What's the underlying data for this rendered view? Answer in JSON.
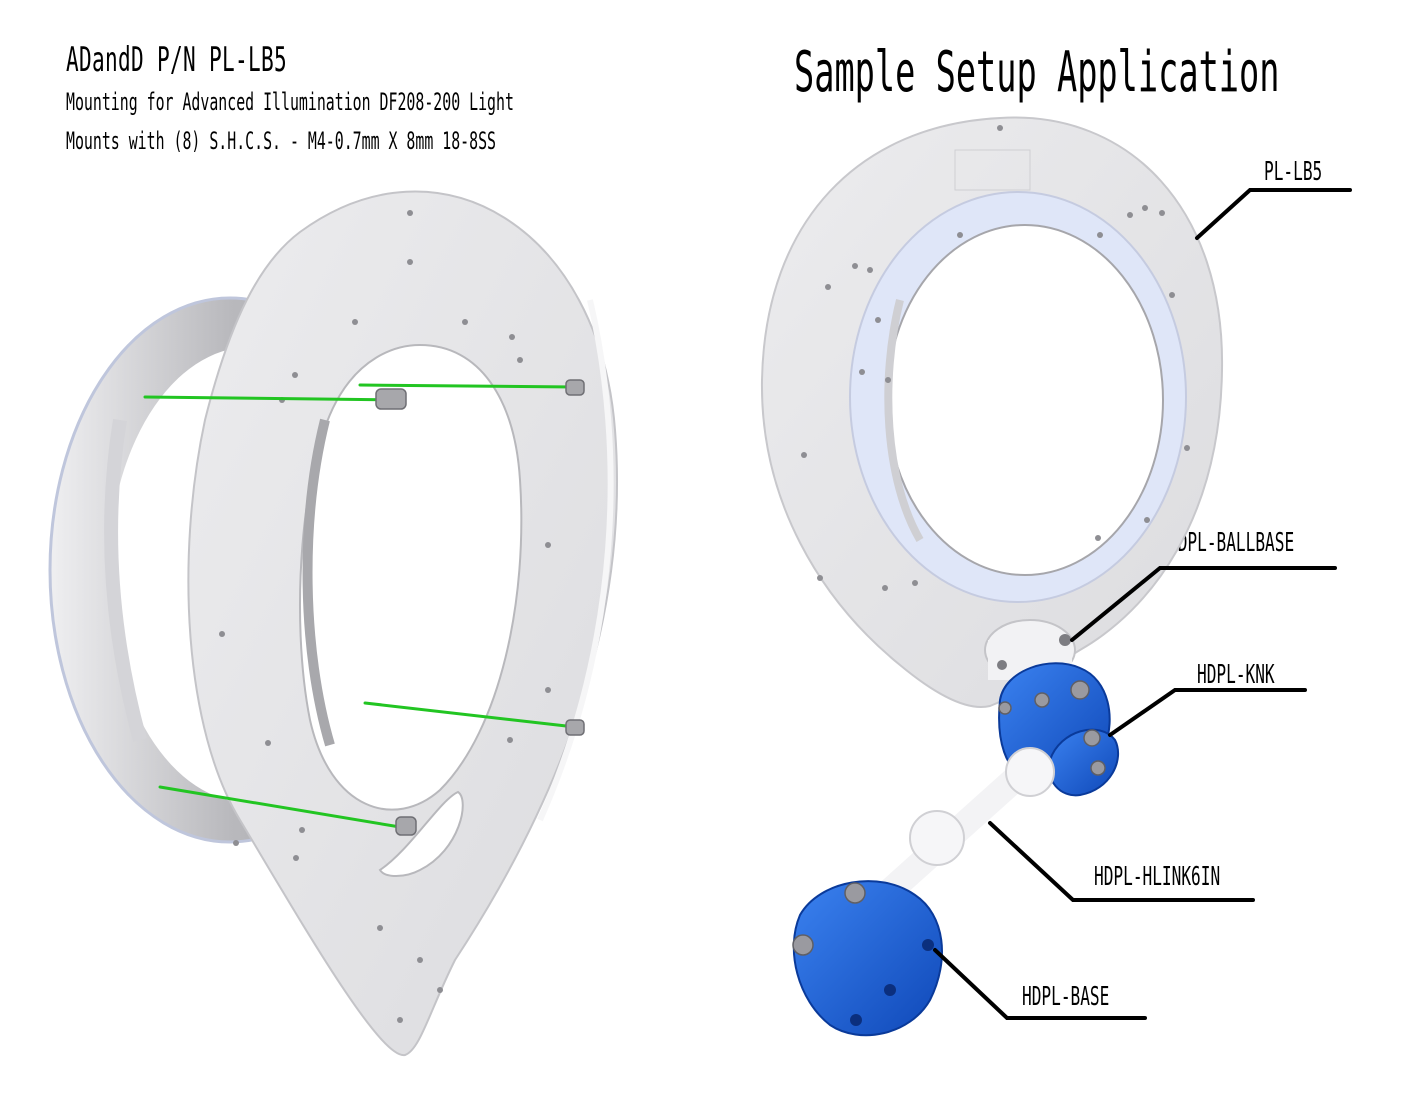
{
  "header": {
    "title": "ADandD P/N PL-LB5",
    "description_line1": "Mounting for Advanced Illumination DF208-200 Light",
    "description_line2": "Mounts with (8) S.H.C.S. - M4-0.7mm X 8mm 18-8SS"
  },
  "setup": {
    "heading": "Sample Setup Application"
  },
  "callouts": [
    {
      "label": "PL-LB5"
    },
    {
      "label": "HDPL-BALLBASE"
    },
    {
      "label": "HDPL-KNK"
    },
    {
      "label": "HDPL-HLINK6IN"
    },
    {
      "label": "HDPL-BASE"
    }
  ],
  "colors": {
    "plate": "#e4e4e6",
    "plate_edge": "#c9c9cc",
    "light_face": "#dde4f7",
    "mount_blue": "#1a5fd4",
    "link_white": "#f4f4f6",
    "guide_green": "#22c522",
    "leader": "#000000"
  }
}
